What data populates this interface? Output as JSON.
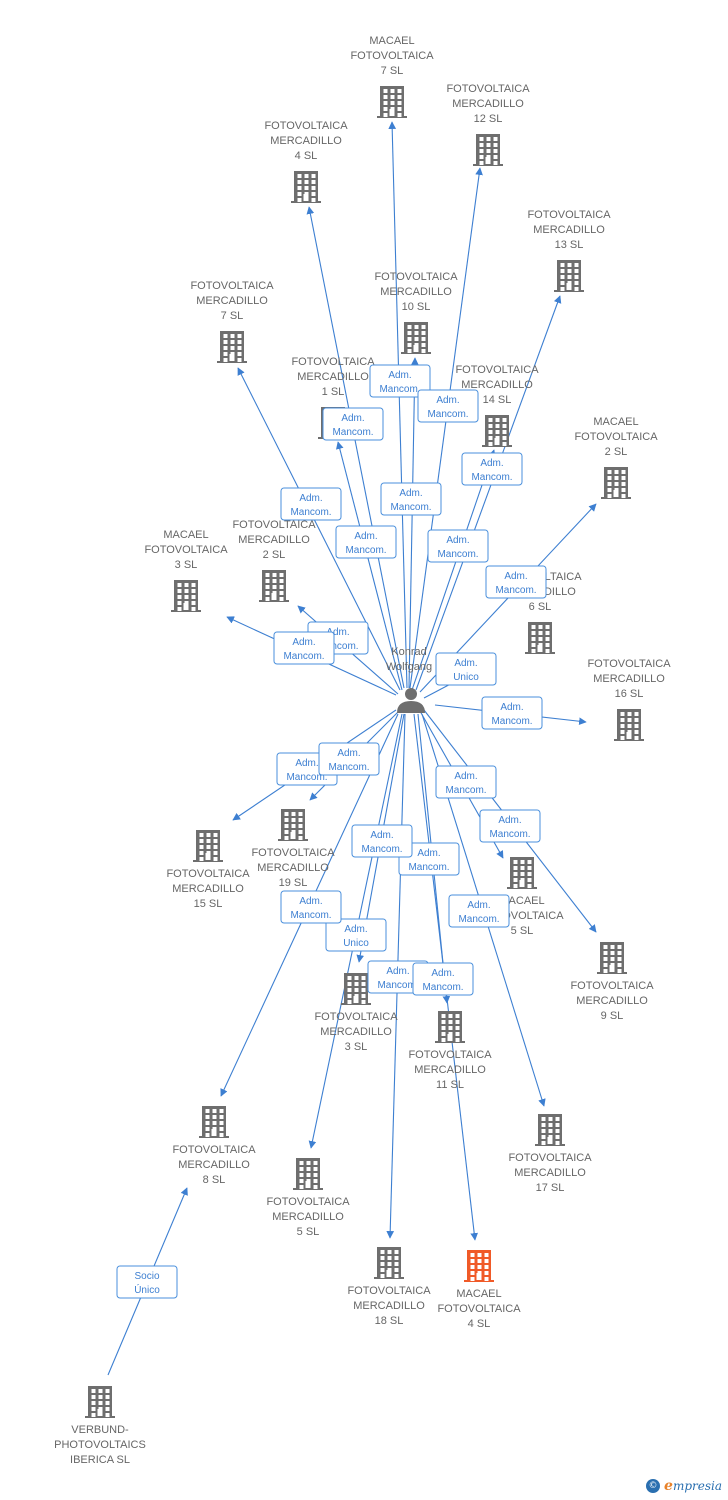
{
  "center": {
    "id": "person",
    "lines": [
      "Konrad",
      "Wolfgang"
    ],
    "icon": "person-icon"
  },
  "nodes": [
    {
      "id": "n_macael7",
      "lines": [
        "MACAEL",
        "FOTOVOLTAICA",
        "7 SL"
      ],
      "highlight": false
    },
    {
      "id": "n_fm12",
      "lines": [
        "FOTOVOLTAICA",
        "MERCADILLO",
        "12 SL"
      ],
      "highlight": false
    },
    {
      "id": "n_fm4",
      "lines": [
        "FOTOVOLTAICA",
        "MERCADILLO",
        "4 SL"
      ],
      "highlight": false
    },
    {
      "id": "n_fm13",
      "lines": [
        "FOTOVOLTAICA",
        "MERCADILLO",
        "13 SL"
      ],
      "highlight": false
    },
    {
      "id": "n_fm7",
      "lines": [
        "FOTOVOLTAICA",
        "MERCADILLO",
        "7 SL"
      ],
      "highlight": false
    },
    {
      "id": "n_fm10",
      "lines": [
        "FOTOVOLTAICA",
        "MERCADILLO",
        "10 SL"
      ],
      "highlight": false
    },
    {
      "id": "n_fm1",
      "lines": [
        "FOTOVOLTAICA",
        "MERCADILLO",
        "1 SL"
      ],
      "highlight": false
    },
    {
      "id": "n_fm14",
      "lines": [
        "FOTOVOLTAICA",
        "MERCADILLO",
        "14 SL"
      ],
      "highlight": false
    },
    {
      "id": "n_macael2",
      "lines": [
        "MACAEL",
        "FOTOVOLTAICA",
        "2 SL"
      ],
      "highlight": false
    },
    {
      "id": "n_fm2",
      "lines": [
        "FOTOVOLTAICA",
        "MERCADILLO",
        "2 SL"
      ],
      "highlight": false
    },
    {
      "id": "n_macael3",
      "lines": [
        "MACAEL",
        "FOTOVOLTAICA",
        "3 SL"
      ],
      "highlight": false
    },
    {
      "id": "n_fm6",
      "lines": [
        "FOTOVOLTAICA",
        "MERCADILLO",
        "6 SL"
      ],
      "highlight": false
    },
    {
      "id": "n_fm16",
      "lines": [
        "FOTOVOLTAICA",
        "MERCADILLO",
        "16 SL"
      ],
      "highlight": false
    },
    {
      "id": "n_fm15",
      "lines": [
        "FOTOVOLTAICA",
        "MERCADILLO",
        "15 SL"
      ],
      "highlight": false
    },
    {
      "id": "n_fm19",
      "lines": [
        "FOTOVOLTAICA",
        "MERCADILLO",
        "19 SL"
      ],
      "highlight": false
    },
    {
      "id": "n_macael5",
      "lines": [
        "MACAEL",
        "FOTOVOLTAICA",
        "5 SL"
      ],
      "highlight": false
    },
    {
      "id": "n_fm9",
      "lines": [
        "FOTOVOLTAICA",
        "MERCADILLO",
        "9 SL"
      ],
      "highlight": false
    },
    {
      "id": "n_fm3",
      "lines": [
        "FOTOVOLTAICA",
        "MERCADILLO",
        "3 SL"
      ],
      "highlight": false
    },
    {
      "id": "n_fm11",
      "lines": [
        "FOTOVOLTAICA",
        "MERCADILLO",
        "11 SL"
      ],
      "highlight": false
    },
    {
      "id": "n_fm8",
      "lines": [
        "FOTOVOLTAICA",
        "MERCADILLO",
        "8 SL"
      ],
      "highlight": false
    },
    {
      "id": "n_fm17",
      "lines": [
        "FOTOVOLTAICA",
        "MERCADILLO",
        "17 SL"
      ],
      "highlight": false
    },
    {
      "id": "n_fm5",
      "lines": [
        "FOTOVOLTAICA",
        "MERCADILLO",
        "5 SL"
      ],
      "highlight": false
    },
    {
      "id": "n_fm18",
      "lines": [
        "FOTOVOLTAICA",
        "MERCADILLO",
        "18 SL"
      ],
      "highlight": false
    },
    {
      "id": "n_macael4",
      "lines": [
        "MACAEL",
        "FOTOVOLTAICA",
        "4 SL"
      ],
      "highlight": true
    },
    {
      "id": "n_verbund",
      "lines": [
        "VERBUND-",
        "PHOTOVOLTAICS",
        "IBERICA SL"
      ],
      "highlight": false
    }
  ],
  "edges": [
    {
      "from": "person",
      "to": "n_macael7",
      "label": [
        "Adm.",
        "Mancom."
      ]
    },
    {
      "from": "person",
      "to": "n_fm12",
      "label": [
        "Adm.",
        "Mancom."
      ]
    },
    {
      "from": "person",
      "to": "n_fm4",
      "label": [
        "Adm.",
        "Mancom."
      ]
    },
    {
      "from": "person",
      "to": "n_fm13",
      "label": [
        "Adm.",
        "Mancom."
      ]
    },
    {
      "from": "person",
      "to": "n_fm7",
      "label": [
        "Adm.",
        "Mancom."
      ]
    },
    {
      "from": "person",
      "to": "n_fm10",
      "label": [
        "Adm.",
        "Mancom."
      ]
    },
    {
      "from": "person",
      "to": "n_fm1",
      "label": [
        "Adm.",
        "Mancom."
      ]
    },
    {
      "from": "person",
      "to": "n_fm14",
      "label": [
        "Adm.",
        "Mancom."
      ]
    },
    {
      "from": "person",
      "to": "n_macael2",
      "label": [
        "Adm.",
        "Mancom."
      ]
    },
    {
      "from": "person",
      "to": "n_fm2",
      "label": [
        "Adm.",
        "Mancom."
      ]
    },
    {
      "from": "person",
      "to": "n_macael3",
      "label": [
        "Adm.",
        "Mancom."
      ]
    },
    {
      "from": "person",
      "to": "n_fm6",
      "label": [
        "Adm.",
        "Unico"
      ]
    },
    {
      "from": "person",
      "to": "n_fm16",
      "label": [
        "Adm.",
        "Mancom."
      ]
    },
    {
      "from": "person",
      "to": "n_fm15",
      "label": [
        "Adm.",
        "Mancom."
      ]
    },
    {
      "from": "person",
      "to": "n_fm19",
      "label": [
        "Adm.",
        "Mancom."
      ]
    },
    {
      "from": "person",
      "to": "n_macael5",
      "label": [
        "Adm.",
        "Mancom."
      ]
    },
    {
      "from": "person",
      "to": "n_fm9",
      "label": [
        "Adm.",
        "Mancom."
      ]
    },
    {
      "from": "person",
      "to": "n_fm3",
      "label": [
        "Adm.",
        "Unico"
      ]
    },
    {
      "from": "person",
      "to": "n_fm11",
      "label": [
        "Adm.",
        "Mancom."
      ]
    },
    {
      "from": "person",
      "to": "n_fm8",
      "label": [
        "Adm.",
        "Mancom."
      ]
    },
    {
      "from": "person",
      "to": "n_fm17",
      "label": [
        "Adm.",
        "Mancom."
      ]
    },
    {
      "from": "person",
      "to": "n_fm5",
      "label": [
        "Adm.",
        "Mancom."
      ]
    },
    {
      "from": "person",
      "to": "n_fm18",
      "label": [
        "Adm.",
        "Mancom."
      ]
    },
    {
      "from": "person",
      "to": "n_macael4",
      "label": [
        "Adm.",
        "Mancom."
      ]
    },
    {
      "from": "n_verbund",
      "to": "n_fm8",
      "label": [
        "Socio",
        "Único"
      ]
    }
  ],
  "colors": {
    "edge": "#3d7fd1",
    "building": "#6e6e6e",
    "building_highlight": "#f05a28",
    "person": "#6e6e6e"
  },
  "branding": {
    "text": "mpresia",
    "initial": "e",
    "icon": "copyright-circle-icon"
  }
}
